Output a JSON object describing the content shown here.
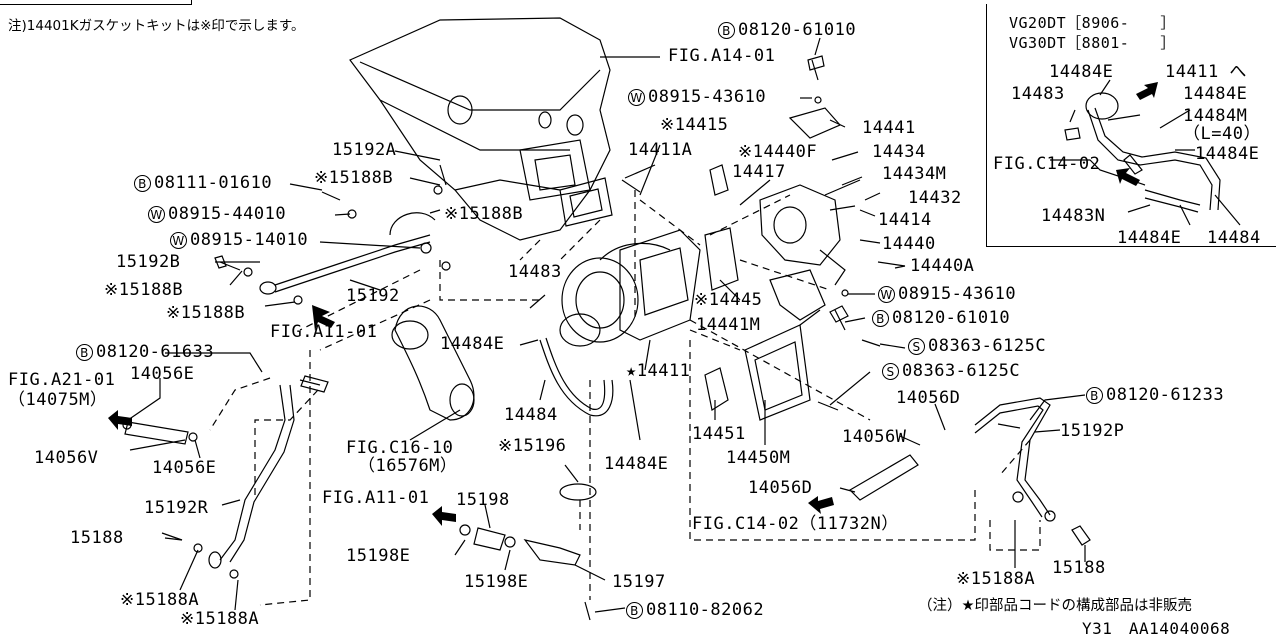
{
  "note_top": "注)14401Kガスケットキットは※印で示します。",
  "note_bottom": "（注）★印部品コードの構成部品は非販売",
  "figure_id": "Y31　AA14040068",
  "inset": {
    "line1": "VG20DT［8906-　　］",
    "line2": "VG30DT［8801-　　］",
    "labels": {
      "p14484E_a": "14484E",
      "p14411": "14411 へ",
      "p14483": "14483",
      "p14484E_b": "14484E",
      "p14484M": "14484M",
      "p14484M_len": "（L=40）",
      "fig_c14_02": "FIG.C14-02",
      "p14484E_c": "14484E",
      "p14483N": "14483N",
      "p14484E_d": "14484E",
      "p14484": "14484"
    }
  },
  "labels": {
    "b_08120_61010_top": "08120-61010",
    "fig_a14_01": "FIG.A14-01",
    "w_08915_43610_top": "08915-43610",
    "p14441": "14441",
    "p14415": "※14415",
    "p14411A": "14411A",
    "p14440F": "※14440F",
    "p14434": "14434",
    "p14417": "14417",
    "p14434M": "14434M",
    "p14432": "14432",
    "p14414": "14414",
    "p14440": "14440",
    "p14440A": "14440A",
    "p15192A": "15192A",
    "p15188B_1": "※15188B",
    "b_08111_01610": "08111-01610",
    "p15188B_2": "※15188B",
    "w_08915_44010": "08915-44010",
    "w_08915_14010": "08915-14010",
    "p15192B": "15192B",
    "p15188B_3": "※15188B",
    "p15192": "15192",
    "p15188B_4": "※15188B",
    "fig_a11_01_a": "FIG.A11-01",
    "p14483": "14483",
    "p14445": "※14445",
    "w_08915_43610_mid": "08915-43610",
    "p14441M": "14441M",
    "b_08120_61010_mid": "08120-61010",
    "p14484E_1": "14484E",
    "s_08363_6125C_1": "08363-6125C",
    "b_08120_61633": "08120-61633",
    "fig_a21_01": "FIG.A21-01",
    "p14075M": "（14075M）",
    "p14056E_1": "14056E",
    "p14411_star": "★14411",
    "s_08363_6125C_2": "08363-6125C",
    "b_08120_61233": "08120-61233",
    "p14484": "14484",
    "p14056D_1": "14056D",
    "p15192P": "15192P",
    "p14451": "14451",
    "p14056W": "14056W",
    "p14056V": "14056V",
    "p14056E_2": "14056E",
    "fig_c16_10": "FIG.C16-10",
    "p16576M": "（16576M）",
    "p15196": "※15196",
    "p14484E_2": "14484E",
    "p14450M": "14450M",
    "p15192R": "15192R",
    "fig_a11_01_b": "FIG.A11-01",
    "p15198": "15198",
    "p14056D_2": "14056D",
    "fig_c14_02_11732N": "FIG.C14-02（11732N）",
    "p15188_1": "15188",
    "p15198E_1": "15198E",
    "p15198E_2": "15198E",
    "p15197": "15197",
    "p15188A_1": "※15188A",
    "p15188_2": "15188",
    "p15188A_2": "※15188A",
    "p15188A_3": "※15188A",
    "b_08110_82062": "08110-82062"
  },
  "symbols": {
    "bolt": "B",
    "washer": "W",
    "screw": "S"
  }
}
